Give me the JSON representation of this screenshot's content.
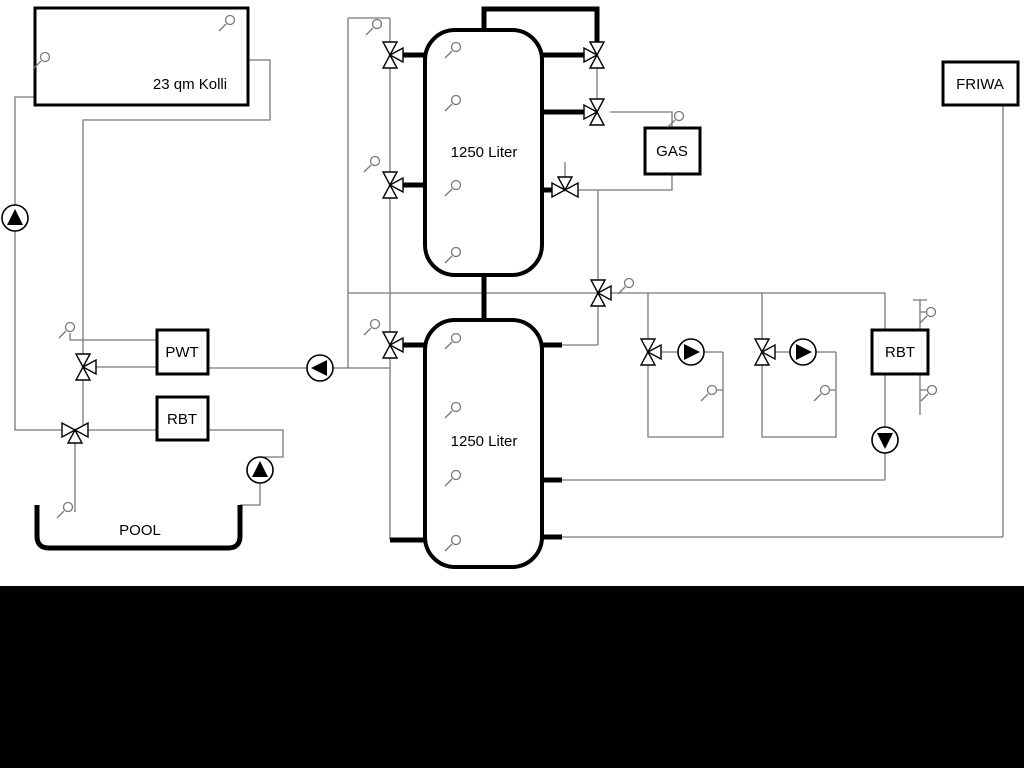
{
  "schematic": {
    "collector": {
      "label": "23 qm Kolli"
    },
    "buffer_tanks": [
      {
        "label": "1250 Liter"
      },
      {
        "label": "1250 Liter"
      }
    ],
    "gas_boiler": {
      "label": "GAS"
    },
    "fresh_water_station": {
      "label": "FRIWA"
    },
    "heat_exchanger": {
      "label": "PWT"
    },
    "rbt_pool_circuit": {
      "label": "RBT"
    },
    "rbt_right_circuit": {
      "label": "RBT"
    },
    "pool": {
      "label": "POOL"
    }
  },
  "symbols": {
    "pump": "circle-with-solid-triangle",
    "three_way_valve": "three-outline-triangles",
    "sensor": "small-circle-with-stem"
  },
  "colors": {
    "pipe_thin": "#787878",
    "pipe_thick": "#000000",
    "background": "#ffffff",
    "letterbox": "#000000"
  }
}
